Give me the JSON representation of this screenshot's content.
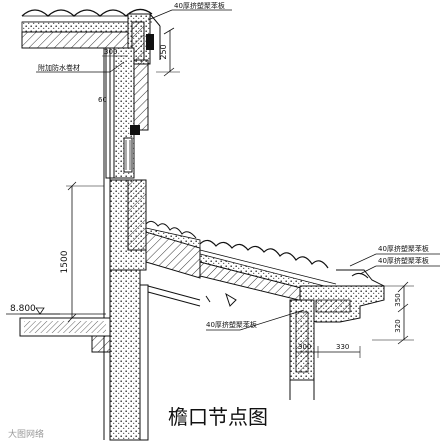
{
  "title": "檐口节点图",
  "labels": {
    "insulation_top": "40厚挤塑聚苯板",
    "waterproof": "附加防水卷材",
    "dim_250": "250",
    "dim_300": "300",
    "dim_60": "60",
    "dim_1500": "1500",
    "elev_8800": "8.800",
    "insulation_right_upper": "40厚挤塑聚苯板",
    "insulation_right_lower": "40厚挤塑聚苯板",
    "dim_350": "350",
    "dim_320": "320",
    "dim_300b": "300",
    "dim_330": "330"
  },
  "watermark": "大图网络"
}
